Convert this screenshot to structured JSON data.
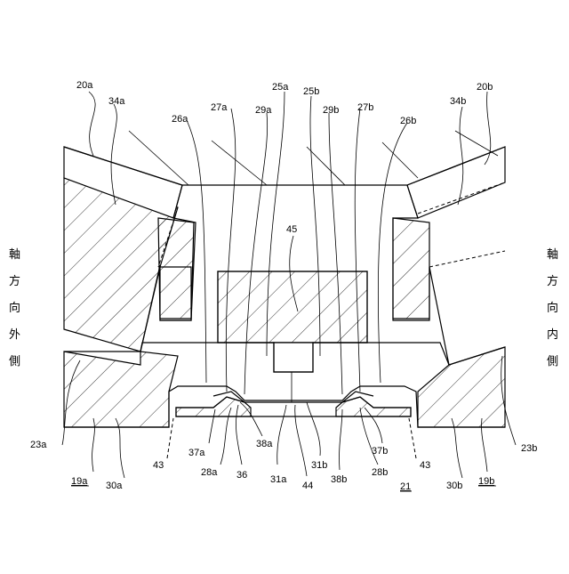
{
  "side_labels": {
    "left": [
      "軸",
      "方",
      "向",
      "外",
      "側"
    ],
    "right": [
      "軸",
      "方",
      "向",
      "内",
      "側"
    ]
  },
  "labels": {
    "l20a": "20a",
    "l34a": "34a",
    "l26a": "26a",
    "l27a": "27a",
    "l29a": "29a",
    "l25a": "25a",
    "l25b": "25b",
    "l29b": "29b",
    "l27b": "27b",
    "l26b": "26b",
    "l34b": "34b",
    "l20b": "20b",
    "l45": "45",
    "l23a": "23a",
    "l43a": "43",
    "l37a": "37a",
    "l28a": "28a",
    "l36": "36",
    "l38a": "38a",
    "l31a": "31a",
    "l44": "44",
    "l31b": "31b",
    "l38b": "38b",
    "l28b": "28b",
    "l37b": "37b",
    "l21": "21",
    "l43b": "43",
    "l23b": "23b",
    "l19a": "19a",
    "l30a": "30a",
    "l30b": "30b",
    "l19b": "19b"
  }
}
